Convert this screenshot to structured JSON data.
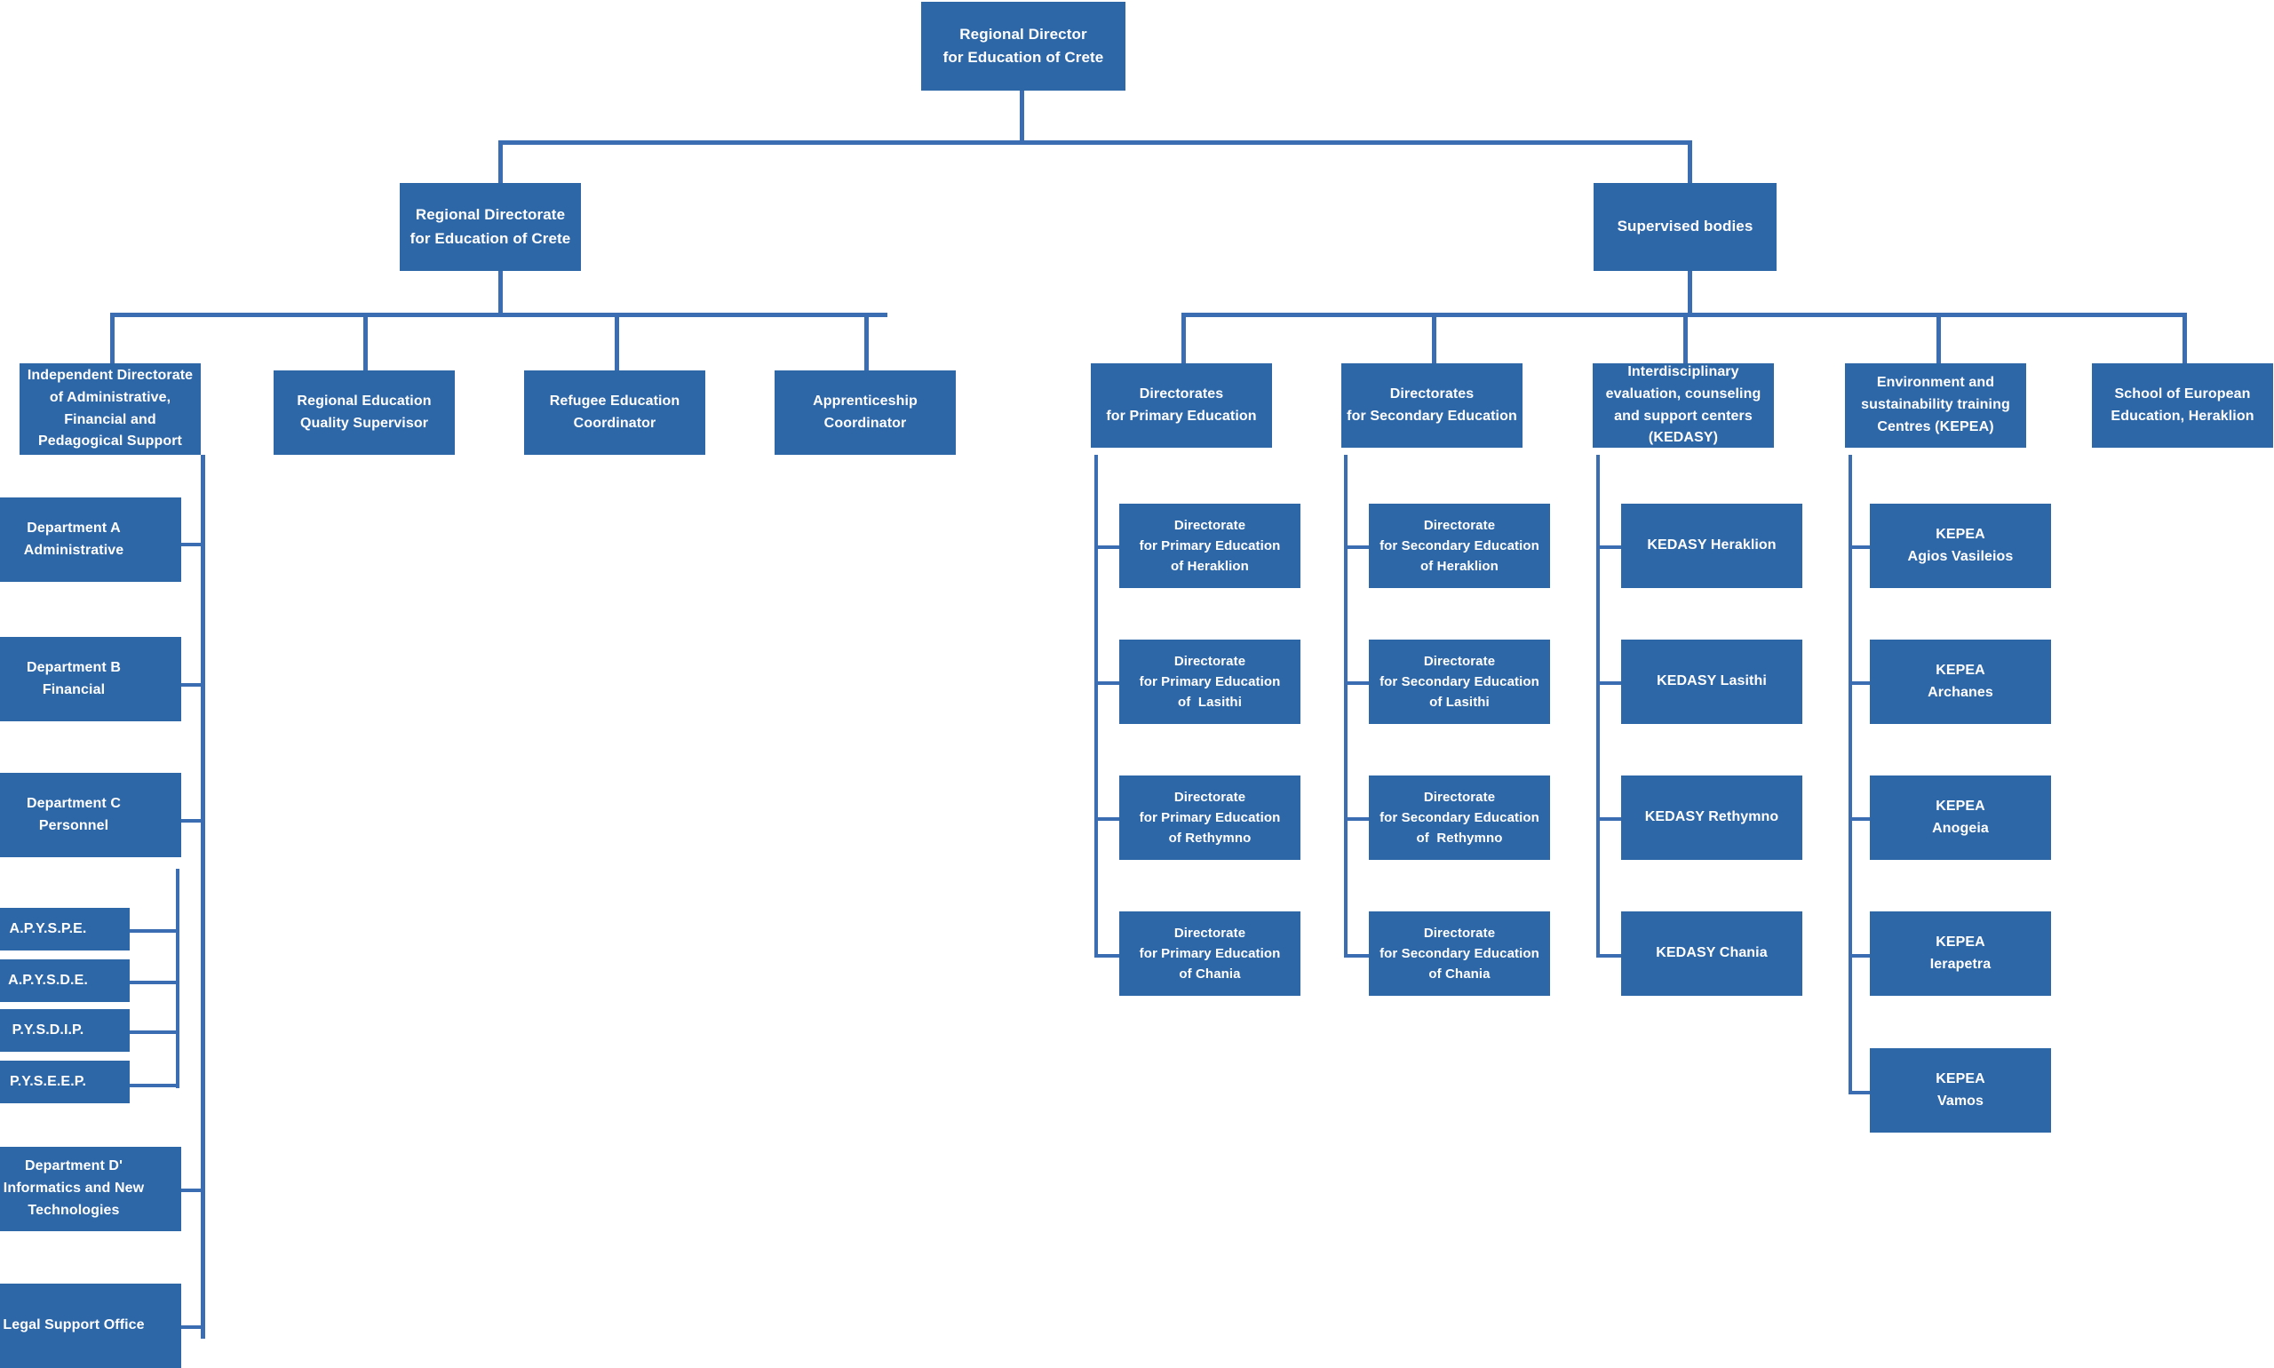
{
  "meta": {
    "title": "Regional Directorate for Education of Crete organisational chart",
    "box_color": "#2E67A8",
    "line_color": "#3B6DB2",
    "text_color": "#FFFFFF",
    "background_color": "#FFFFFF"
  },
  "root": {
    "line1": "Regional Director",
    "line2": "for Education of Crete"
  },
  "level2": {
    "regional_directorate": {
      "line1": "Regional Directorate",
      "line2": "for Education of Crete"
    },
    "supervised_bodies": {
      "line1": "Supervised bodies"
    }
  },
  "directorate_children": [
    {
      "line1": "Independent Directorate",
      "line2": "of Administrative,",
      "line3": "Financial and",
      "line4": "Pedagogical Support"
    },
    {
      "line1": "Regional Education",
      "line2": "Quality Supervisor"
    },
    {
      "line1": "Refugee Education",
      "line2": "Coordinator"
    },
    {
      "line1": "Apprenticeship",
      "line2": "Coordinator"
    }
  ],
  "independent_directorate_children": [
    {
      "line1": "Department A",
      "line2": "Administrative"
    },
    {
      "line1": "Department B",
      "line2": "Financial"
    },
    {
      "line1": "Department C",
      "line2": "Personnel"
    },
    {
      "line1": "A.P.Y.S.P.E."
    },
    {
      "line1": "A.P.Y.S.D.E."
    },
    {
      "line1": "P.Y.S.D.I.P."
    },
    {
      "line1": "P.Y.S.E.E.P."
    },
    {
      "line1": "Department D'",
      "line2": "Informatics and New",
      "line3": "Technologies"
    },
    {
      "line1": "Legal Support Office"
    }
  ],
  "supervised_children": [
    {
      "header": {
        "line1": "Directorates",
        "line2": "for Primary Education"
      },
      "items": [
        {
          "line1": "Directorate",
          "line2": "for Primary Education",
          "line3": "of Heraklion"
        },
        {
          "line1": "Directorate",
          "line2": "for Primary Education",
          "line3": "of  Lasithi"
        },
        {
          "line1": "Directorate",
          "line2": "for Primary Education",
          "line3": "of Rethymno"
        },
        {
          "line1": "Directorate",
          "line2": "for Primary Education",
          "line3": "of Chania"
        }
      ]
    },
    {
      "header": {
        "line1": "Directorates",
        "line2": "for Secondary Education"
      },
      "items": [
        {
          "line1": "Directorate",
          "line2": "for Secondary Education",
          "line3": "of Heraklion"
        },
        {
          "line1": "Directorate",
          "line2": "for Secondary Education",
          "line3": "of Lasithi"
        },
        {
          "line1": "Directorate",
          "line2": "for Secondary Education",
          "line3": "of  Rethymno"
        },
        {
          "line1": "Directorate",
          "line2": "for Secondary Education",
          "line3": "of Chania"
        }
      ]
    },
    {
      "header": {
        "line1": "Interdisciplinary",
        "line2": "evaluation, counseling",
        "line3": "and support centers",
        "line4": "(KEDASY)"
      },
      "items": [
        {
          "line1": "KEDASY Heraklion"
        },
        {
          "line1": "KEDASY Lasithi"
        },
        {
          "line1": "KEDASY Rethymno"
        },
        {
          "line1": "KEDASY Chania"
        }
      ]
    },
    {
      "header": {
        "line1": "Environment and",
        "line2": "sustainability training",
        "line3": "Centres (KEPEA)"
      },
      "items": [
        {
          "line1": "KEPEA",
          "line2": "Agios Vasileios"
        },
        {
          "line1": "KEPEA",
          "line2": "Archanes"
        },
        {
          "line1": "KEPEA",
          "line2": "Anogeia"
        },
        {
          "line1": "KEPEA",
          "line2": "Ierapetra"
        },
        {
          "line1": "KEPEA",
          "line2": "Vamos"
        }
      ]
    },
    {
      "header": {
        "line1": "School of European",
        "line2": "Education, Heraklion"
      },
      "items": []
    }
  ]
}
